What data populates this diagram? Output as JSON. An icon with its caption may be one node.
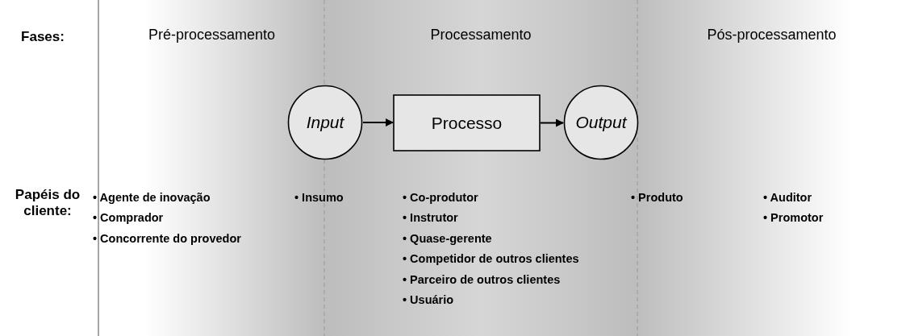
{
  "diagram": {
    "nodes": [
      {
        "text": [
          "Input"
        ]
      },
      {
        "text": [
          "Processo"
        ]
      },
      {
        "text": [
          "Output"
        ]
      }
    ],
    "edges": [
      {
        "from": 0,
        "to": 1,
        "arrow": "to"
      },
      {
        "from": 1,
        "to": 2,
        "arrow": "to"
      }
    ],
    "labels": [
      "Fases:",
      "Pré-processamento",
      "Processamento",
      "Pós-processamento",
      "Papéis do cliente:",
      "• Agente de inovação",
      "• Comprador",
      "• Concorrente do provedor",
      "• Insumo",
      "• Co-produtor",
      "• Instrutor",
      "• Quase-gerente",
      "• Competidor de outros clientes",
      "• Parceiro de outros clientes",
      "• Usuário",
      "• Produto",
      "• Auditor",
      "• Promotor"
    ]
  }
}
